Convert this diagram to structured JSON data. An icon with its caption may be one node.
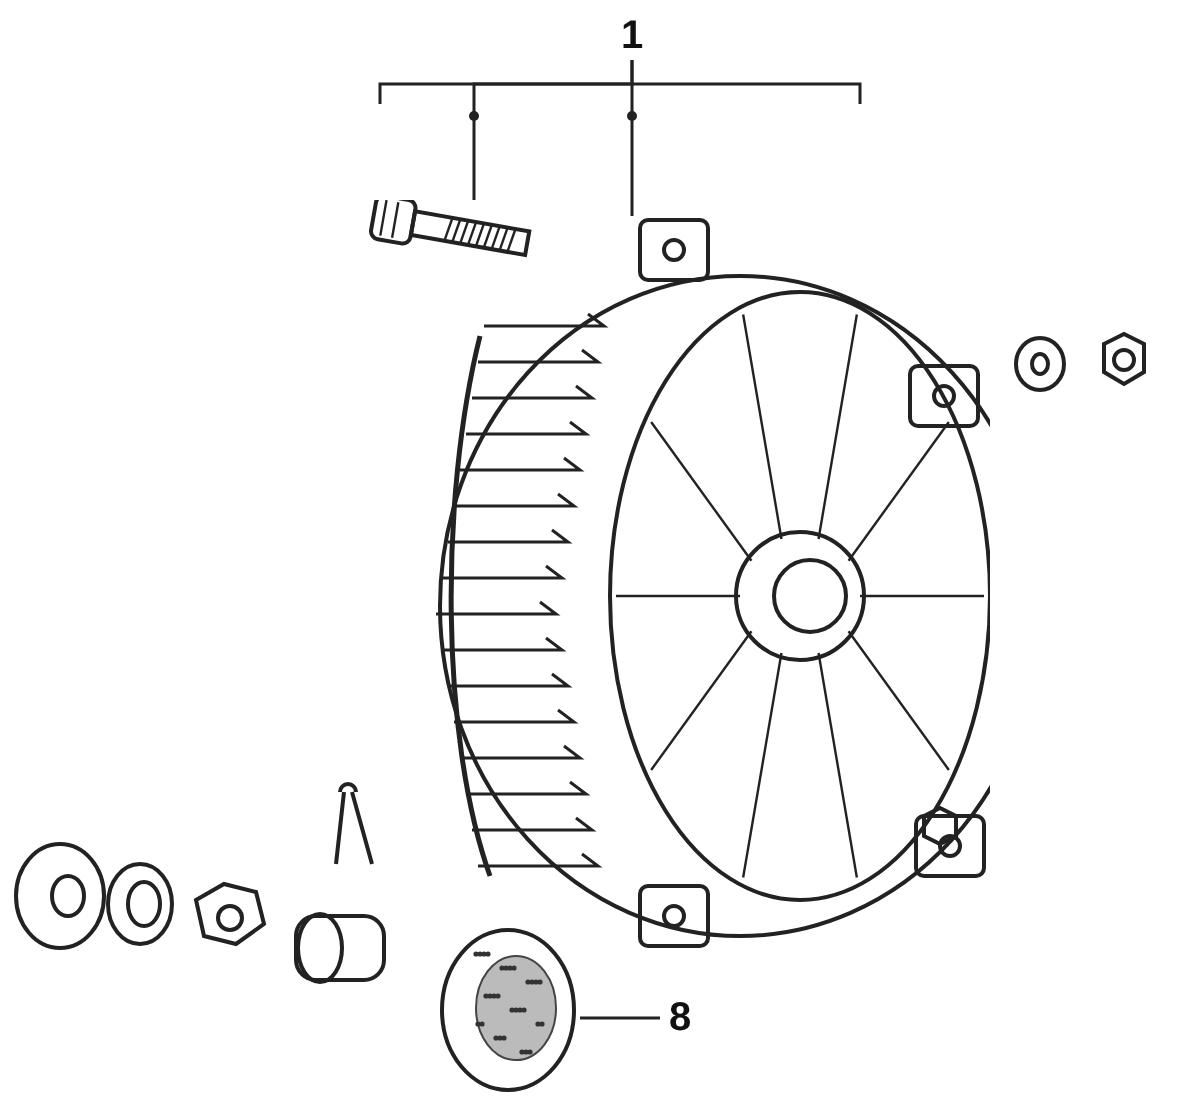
{
  "diagram": {
    "nodes": [
      {
        "text": [
          "1"
        ]
      },
      {
        "text": [],
        "shape": "picture"
      },
      {
        "text": [],
        "shape": "picture"
      },
      {
        "text": [
          "8"
        ]
      },
      {
        "text": [],
        "shape": "picture"
      }
    ],
    "edges": [
      {
        "from": 0,
        "to": 1,
        "arrow": "none"
      },
      {
        "from": 0,
        "to": 2,
        "arrow": "none"
      },
      {
        "from": 3,
        "to": 4,
        "arrow": "none"
      }
    ]
  }
}
